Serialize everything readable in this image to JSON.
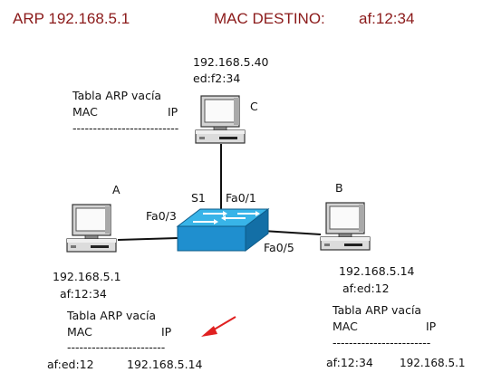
{
  "header": {
    "arp_request": "ARP 192.168.5.1",
    "mac_destino_label": "MAC DESTINO:",
    "mac_destino_value": "af:12:34"
  },
  "switch": {
    "name": "S1",
    "ports": {
      "to_c": "Fa0/1",
      "to_a": "Fa0/3",
      "to_b": "Fa0/5"
    }
  },
  "hosts": {
    "a": {
      "label": "A",
      "ip": "192.168.5.1",
      "mac": "af:12:34",
      "arp_table": {
        "title": "Tabla ARP vacía",
        "col_mac": "MAC",
        "col_ip": "IP",
        "separator": "------------------------",
        "entry_mac": "af:ed:12",
        "entry_ip": "192.168.5.14"
      }
    },
    "b": {
      "label": "B",
      "ip": "192.168.5.14",
      "mac": "af:ed:12",
      "arp_table": {
        "title": "Tabla ARP vacía",
        "col_mac": "MAC",
        "col_ip": "IP",
        "separator": "------------------------",
        "entry_mac": "af:12:34",
        "entry_ip": "192.168.5.1"
      }
    },
    "c": {
      "label": "C",
      "ip": "192.168.5.40",
      "mac": "ed:f2:34",
      "arp_table": {
        "title": "Tabla ARP vacía",
        "col_mac": "MAC",
        "col_ip": "IP",
        "separator": "--------------------------"
      }
    }
  },
  "colors": {
    "header_text": "#8b1a1a",
    "switch_front": "#1f8fcf",
    "switch_top": "#38b4e8",
    "arrow": "#e02020"
  }
}
